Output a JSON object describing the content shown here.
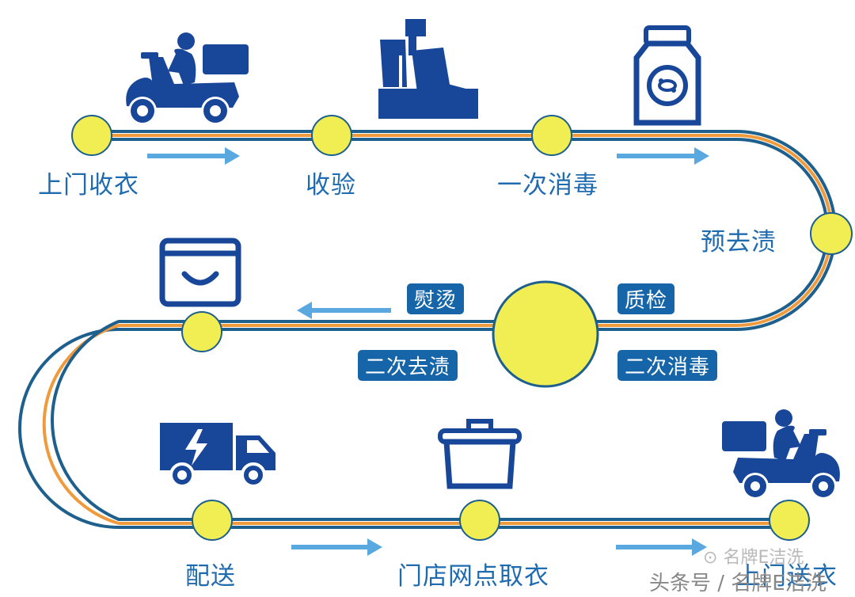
{
  "steps": {
    "s1": "上门收衣",
    "s2": "收验",
    "s3": "一次消毒",
    "s4": "预去渍",
    "s5": "配送",
    "s6": "门店网点取衣",
    "s7": "上门送衣"
  },
  "center_tags": {
    "t1": "熨烫",
    "t2": "质检",
    "t3": "二次去渍",
    "t4": "二次消毒"
  },
  "watermark": {
    "main": "头条号 / 名牌E洁洗",
    "sub": "名牌E洁洗"
  },
  "colors": {
    "navy": "#18479a",
    "track_blue": "#1d5f8d",
    "track_orange": "#ef9a3c",
    "node_fill": "#f1ee53",
    "arrow": "#5aa8e0",
    "label": "#1f6bb0",
    "tag_bg": "#1565a8"
  },
  "icons": [
    "scooter-icon",
    "cash-register-icon",
    "bottle-icon",
    "box-icon",
    "truck-icon",
    "pot-icon",
    "scooter-icon"
  ]
}
